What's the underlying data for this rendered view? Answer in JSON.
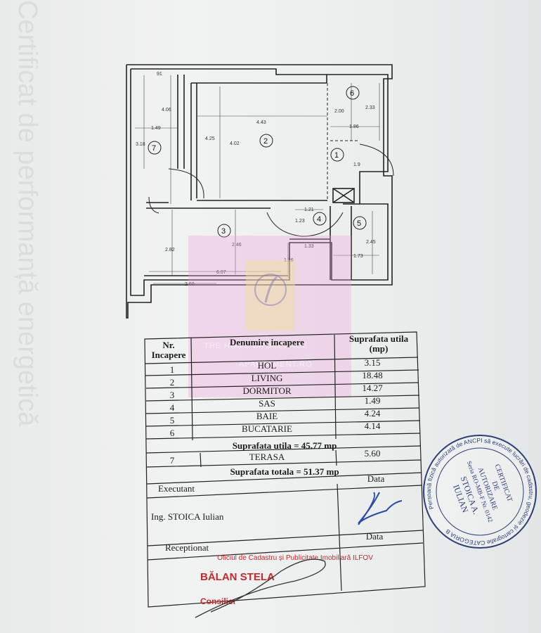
{
  "background_text": "Certificat de performanță energetică",
  "floor_plan": {
    "rooms": [
      {
        "number": "1"
      },
      {
        "number": "2"
      },
      {
        "number": "3"
      },
      {
        "number": "4"
      },
      {
        "number": "5"
      },
      {
        "number": "6"
      },
      {
        "number": "7"
      }
    ],
    "dimensions": [
      "91",
      "4.06",
      "1.49",
      "3.18",
      "4.25",
      "4.02",
      "4.43",
      "2.00",
      "2.33",
      "1.86",
      "1.9",
      "1.21",
      "1.23",
      "1.33",
      "2.45",
      "1.73",
      "2.46",
      "2.82",
      "1.26",
      "6.07",
      "2.60"
    ]
  },
  "table": {
    "col_nr": "Nr.\nIncapere",
    "col_name": "Denumire incapere",
    "col_area": "Suprafata utila\n(mp)",
    "rows": [
      {
        "nr": "1",
        "name": "HOL",
        "area": "3.15"
      },
      {
        "nr": "2",
        "name": "LIVING",
        "area": "18.48"
      },
      {
        "nr": "3",
        "name": "DORMITOR",
        "area": "14.27"
      },
      {
        "nr": "4",
        "name": "SAS",
        "area": "1.49"
      },
      {
        "nr": "5",
        "name": "BAIE",
        "area": "4.24"
      },
      {
        "nr": "6",
        "name": "BUCATARIE",
        "area": "4.14"
      }
    ],
    "subtotal": "Suprafata utila = 45.77 mp",
    "terrace": {
      "nr": "7",
      "name": "TERASA",
      "area": "5.60"
    },
    "total": "Suprafata totala = 51.37 mp",
    "executant_label": "Executant",
    "executant_name": "Ing. STOICA Iulian",
    "data_label_1": "Data",
    "receptionat_label": "Receptionat",
    "data_label_2": "Data",
    "office": "Oficiul de Cadastru și Publicitate Imobiliară ILFOV",
    "official_name": "BĂLAN STELA",
    "official_role": "Consilier"
  },
  "stamp": {
    "ring_text": "Persoană fizică autorizată de ANCPI să execute lucrări de cadastru, geodezie și cartografie CATEGORIA B",
    "line1": "CERTIFICAT",
    "line2": "DE",
    "line3": "AUTORIZARE",
    "line4": "Seria RO-MB-F Nr. 0142",
    "line5": "STOICA A.",
    "line6": "IULIAN"
  },
  "watermark": {
    "text1": "THE HOME BROKERAGE",
    "text2": "APARTAMENT.RO"
  },
  "colors": {
    "ink": "#1c1c1c",
    "stamp": "#2c3f7a",
    "red": "#c42b2b",
    "signature": "#2b4aa8"
  }
}
